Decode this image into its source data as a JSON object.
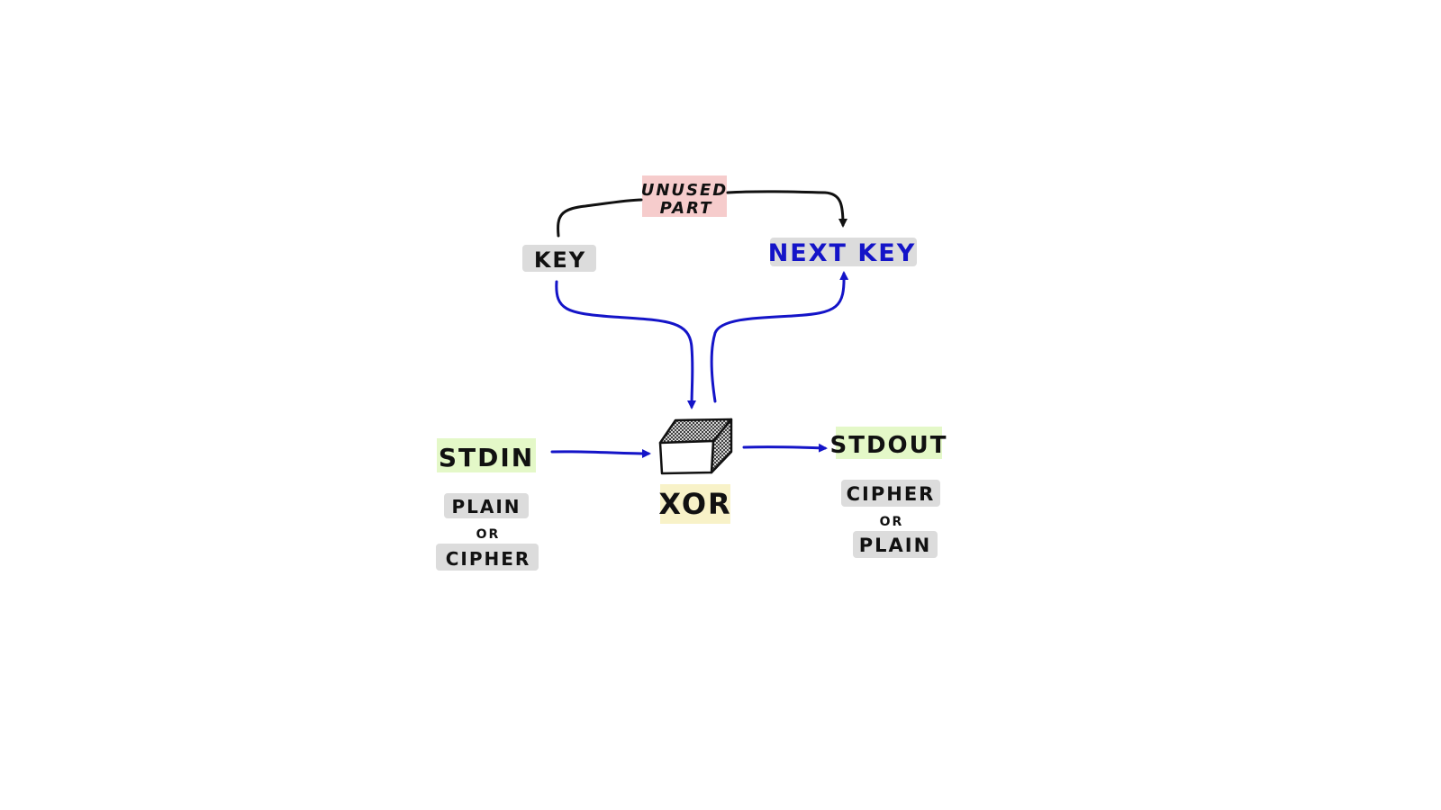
{
  "diagram": {
    "unused_part": {
      "line1": "UNUSED",
      "line2": "PART"
    },
    "key": "KEY",
    "next_key": "NEXT KEY",
    "stdin": "STDIN",
    "stdin_note": {
      "line1": "PLAIN",
      "line2": "OR",
      "line3": "CIPHER"
    },
    "xor": "XOR",
    "stdout": "STDOUT",
    "stdout_note": {
      "line1": "CIPHER",
      "line2": "OR",
      "line3": "PLAIN"
    }
  },
  "colors": {
    "blue_ink": "#1414c8",
    "black_ink": "#111111",
    "label_gray": "#dcdcdc",
    "unused_pink": "#f6cccc",
    "io_green": "#e4f8c8",
    "xor_yellow": "#f8f2c8"
  }
}
